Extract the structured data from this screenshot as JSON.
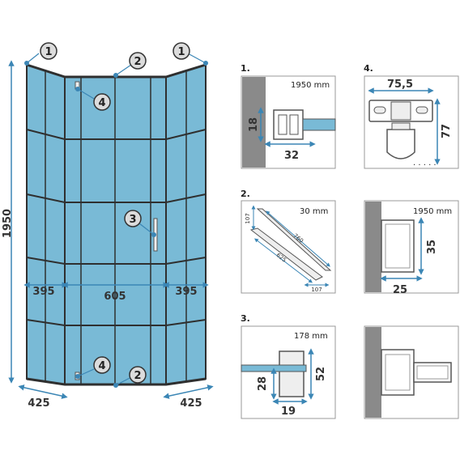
{
  "colors": {
    "glass": "#79bad6",
    "frame": "#2f2f2f",
    "dim_line": "#3b86b5",
    "wall": "#8a8a8a",
    "text": "#222222"
  },
  "main": {
    "height": "1950",
    "widths": {
      "left": "395",
      "center": "605",
      "right": "395"
    },
    "depths": {
      "left": "425",
      "right": "425"
    },
    "callouts": {
      "corner": "1",
      "top_rail": "2",
      "hinge": "4",
      "handle": "3",
      "bottom_rail": "2",
      "bottom_hinge": "4"
    }
  },
  "details": {
    "d1": {
      "label": "1.",
      "note": "1950 mm",
      "dim_h": "18",
      "dim_w": "32"
    },
    "d2": {
      "label": "2.",
      "note": "30 mm",
      "dim_a": "107",
      "dim_b": "760",
      "dim_c": "625",
      "dim_d": "107"
    },
    "d3": {
      "label": "3.",
      "note": "178 mm",
      "dim_h": "52",
      "dim_inner": "28",
      "dim_w": "19"
    },
    "d4": {
      "label": "4.",
      "dim_w": "75,5",
      "dim_h": "77"
    },
    "d5": {
      "note": "1950 mm",
      "dim_h": "35",
      "dim_w": "25"
    }
  }
}
